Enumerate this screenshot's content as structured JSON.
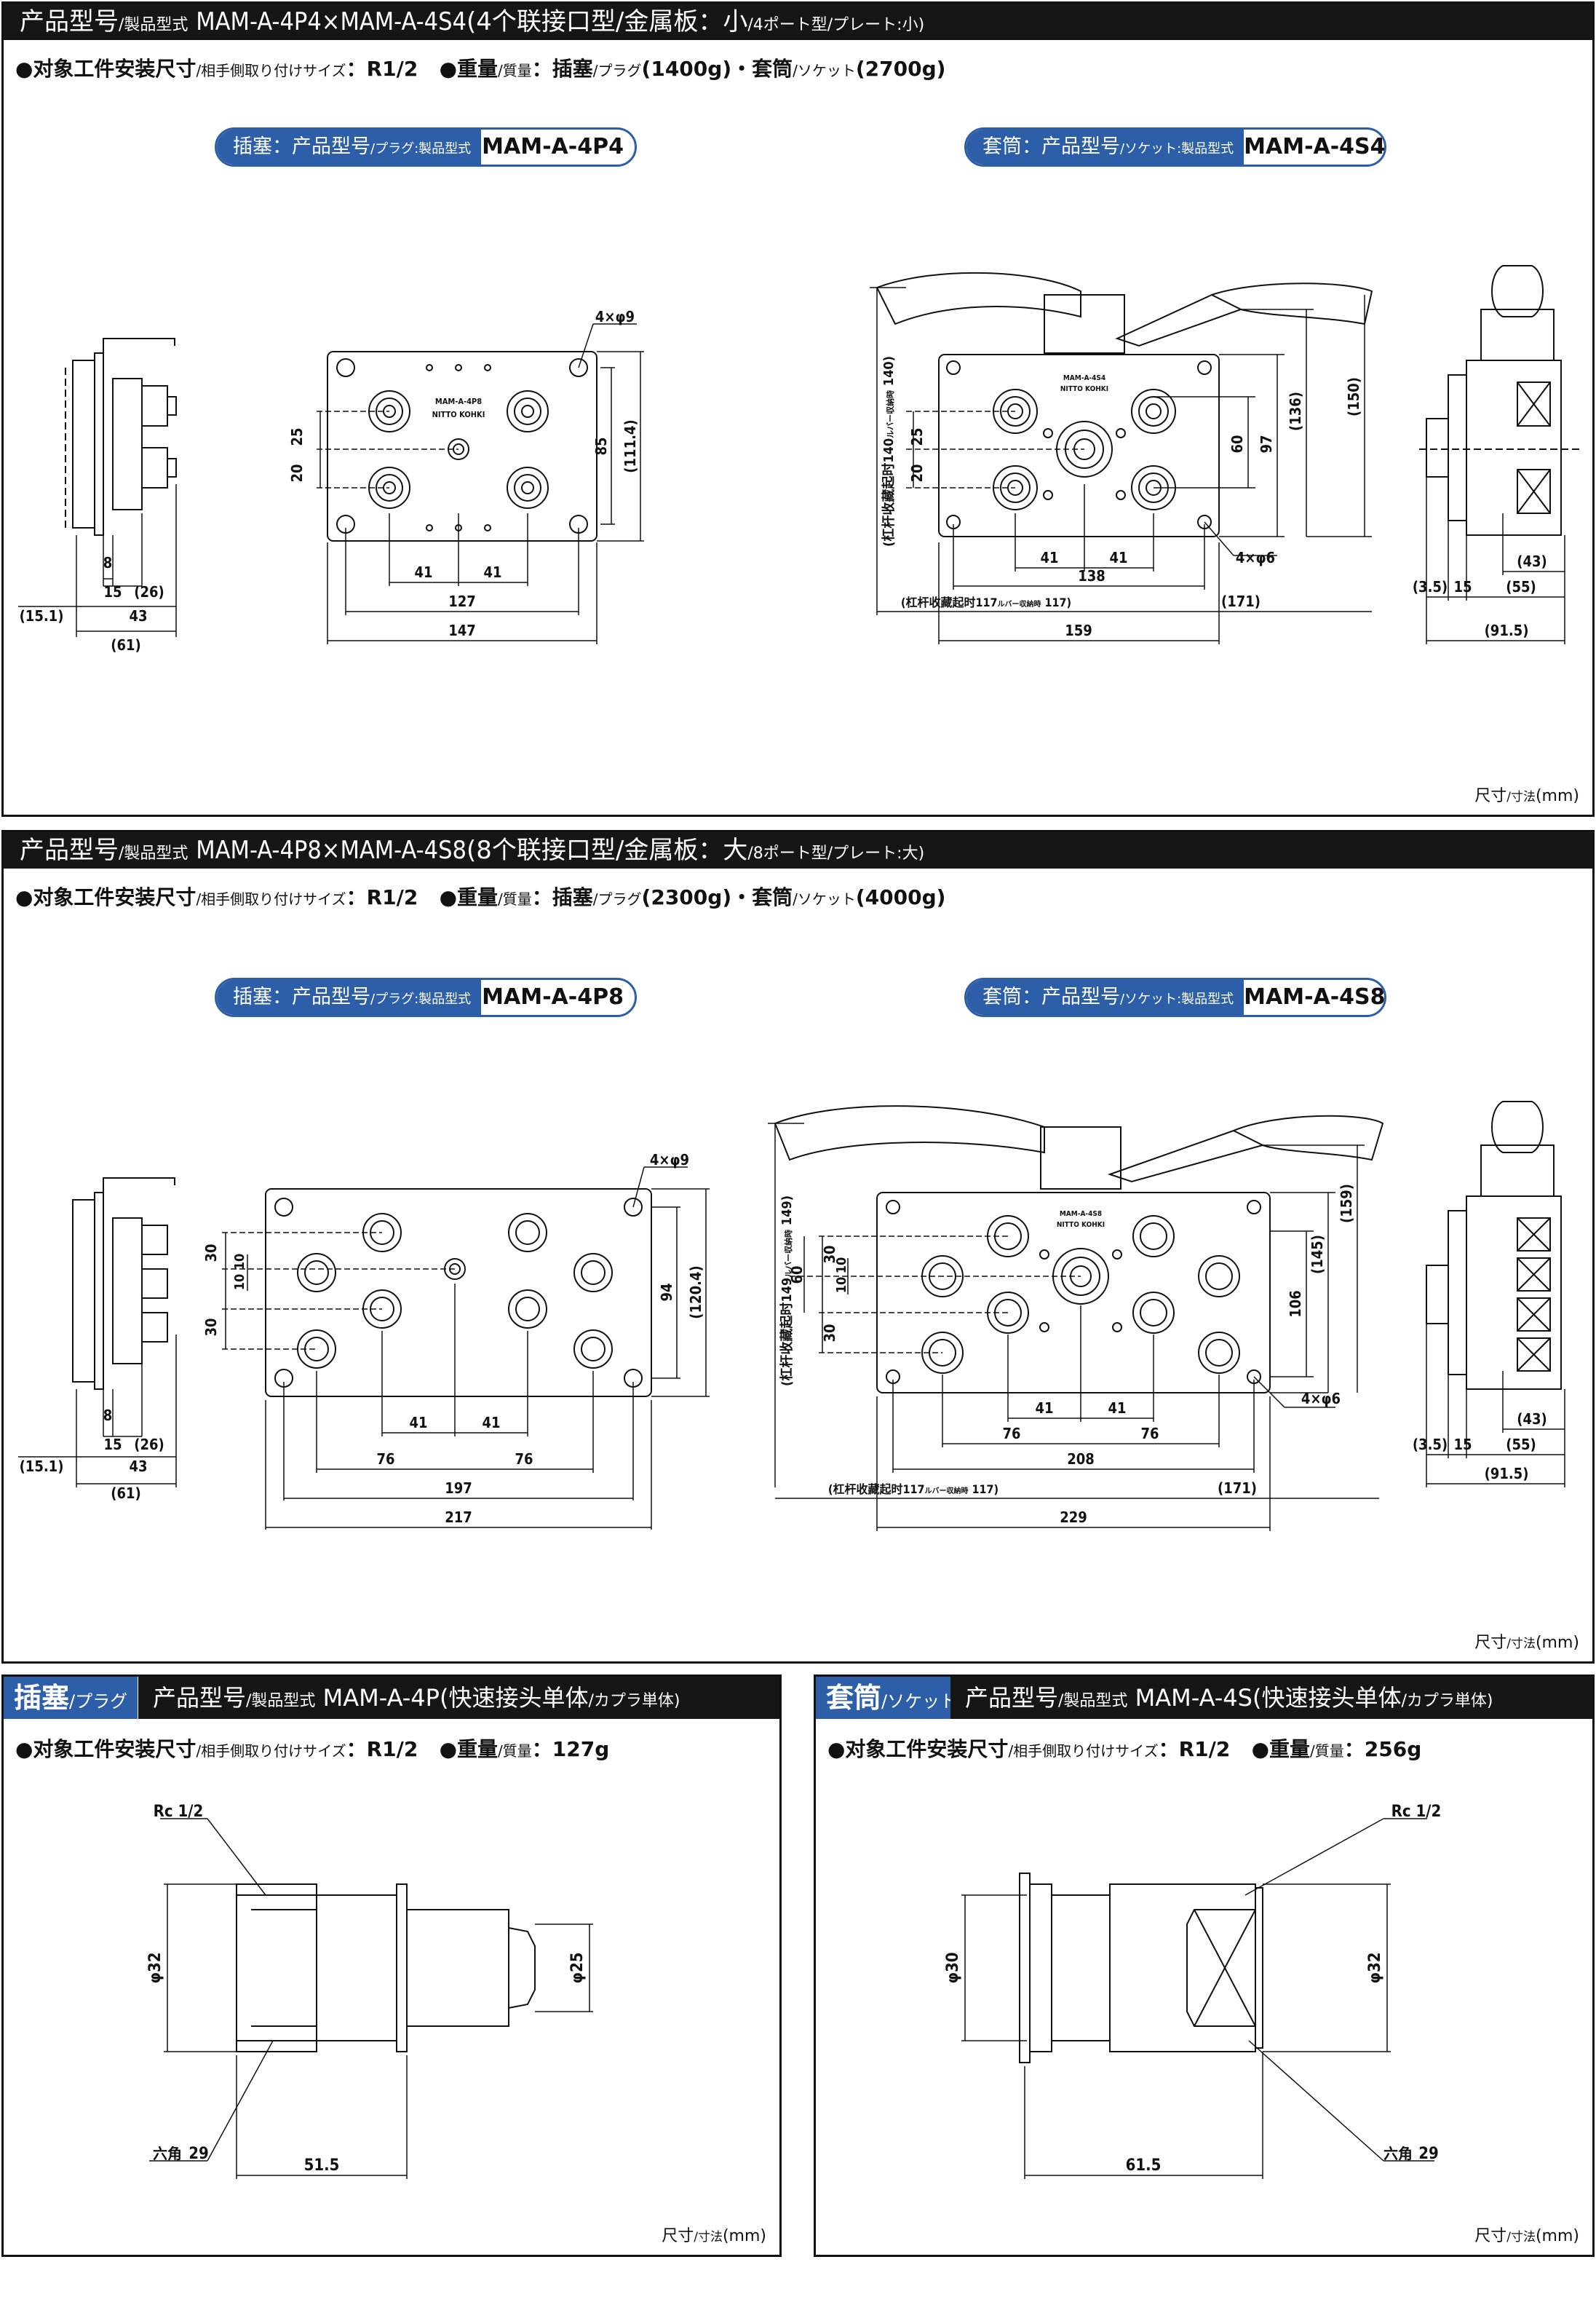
{
  "sections": [
    {
      "title_prefix": "产品型号",
      "title_prefix_small": "/製品型式",
      "title_code": "MAM-A-4P4×MAM-A-4S4",
      "title_paren": "(4个联接口型/金属板：小",
      "title_small": "/4ポート型/プレート:小)",
      "spec_a": "●对象工件安装尺寸",
      "spec_a_small": "/相手側取り付けサイズ",
      "spec_a_val": "：R1/2",
      "spec_b": "●重量",
      "spec_b_small": "/質量",
      "spec_b_val1": "：插塞",
      "spec_b_val1_small": "/プラグ",
      "spec_b_val2": "(1400g)・套筒",
      "spec_b_val2_small": "/ソケット",
      "spec_b_val3": "(2700g)",
      "plug_pill_label": "插塞：产品型号",
      "plug_pill_small": "/プラグ:製品型式",
      "plug_model": "MAM-A-4P4",
      "socket_pill_label": "套筒：产品型号",
      "socket_pill_small": "/ソケット:製品型式",
      "socket_model": "MAM-A-4S4",
      "unit": "尺寸",
      "unit_small": "/寸法",
      "unit_mm": "(mm)",
      "dims_plug": [
        "8",
        "15",
        "(26)",
        "(15.1)",
        "43",
        "(61)"
      ],
      "dims_plate": [
        "4×φ9",
        "25",
        "20",
        "85",
        "(111.4)",
        "41",
        "41",
        "127",
        "147"
      ],
      "plate_label": [
        "MAM-A-4P8",
        "NITTO KOHKI"
      ],
      "dims_socket": [
        "(杠杆收藏起时140",
        "ルバー収納時",
        " 140)",
        "25",
        "20",
        "60",
        "97",
        "(136)",
        "(150)",
        "41",
        "41",
        "138",
        "4×φ6",
        "(杠杆收藏起时117",
        "ルバー収納時",
        " 117)",
        "(171)",
        "159"
      ],
      "socket_plate_label": [
        "MAM-A-4S4",
        "NITTO KOHKI"
      ],
      "dims_side": [
        "(43)",
        "(3.5)",
        "15",
        "(55)",
        "(91.5)"
      ]
    },
    {
      "title_prefix": "产品型号",
      "title_prefix_small": "/製品型式",
      "title_code": "MAM-A-4P8×MAM-A-4S8",
      "title_paren": "(8个联接口型/金属板：大",
      "title_small": "/8ポート型/プレート:大)",
      "spec_a": "●对象工件安装尺寸",
      "spec_a_small": "/相手側取り付けサイズ",
      "spec_a_val": "：R1/2",
      "spec_b": "●重量",
      "spec_b_small": "/質量",
      "spec_b_val1": "：插塞",
      "spec_b_val1_small": "/プラグ",
      "spec_b_val2": "(2300g)・套筒",
      "spec_b_val2_small": "/ソケット",
      "spec_b_val3": "(4000g)",
      "plug_pill_label": "插塞：产品型号",
      "plug_pill_small": "/プラグ:製品型式",
      "plug_model": "MAM-A-4P8",
      "socket_pill_label": "套筒：产品型号",
      "socket_pill_small": "/ソケット:製品型式",
      "socket_model": "MAM-A-4S8",
      "unit": "尺寸",
      "unit_small": "/寸法",
      "unit_mm": "(mm)",
      "dims_plug": [
        "8",
        "15",
        "(26)",
        "(15.1)",
        "43",
        "(61)"
      ],
      "dims_plate": [
        "4×φ9",
        "30",
        "10",
        "10",
        "30",
        "94",
        "(120.4)",
        "41",
        "41",
        "76",
        "76",
        "197",
        "217"
      ],
      "dims_socket": [
        "(杠杆收藏起时149",
        "ルバー収納時",
        " 149)",
        "30",
        "10",
        "10",
        "30",
        "60",
        "106",
        "(145)",
        "(159)",
        "41",
        "41",
        "76",
        "76",
        "208",
        "4×φ6",
        "(杠杆收藏起时117",
        "ルバー収納時",
        " 117)",
        "(171)",
        "229"
      ],
      "socket_plate_label": [
        "MAM-A-4S8",
        "NITTO KOHKI"
      ],
      "dims_side": [
        "(43)",
        "(3.5)",
        "15",
        "(55)",
        "(91.5)"
      ]
    }
  ],
  "plug_single": {
    "tag": "插塞",
    "tag_small": "/プラグ",
    "title_prefix": "产品型号",
    "title_prefix_small": "/製品型式",
    "title_code": "MAM-A-4P",
    "title_paren": "(快速接头单体",
    "title_small": "/カプラ単体)",
    "spec_a": "●对象工件安装尺寸",
    "spec_a_small": "/相手側取り付けサイズ",
    "spec_a_val": "：R1/2",
    "spec_b": "●重量",
    "spec_b_small": "/質量",
    "spec_b_val": "：127g",
    "dims": [
      "Rc 1/2",
      "φ32",
      "φ25",
      "六角",
      "29",
      "51.5"
    ],
    "unit": "尺寸",
    "unit_small": "/寸法",
    "unit_mm": "(mm)"
  },
  "socket_single": {
    "tag": "套筒",
    "tag_small": "/ソケット",
    "title_prefix": "产品型号",
    "title_prefix_small": "/製品型式",
    "title_code": "MAM-A-4S",
    "title_paren": "(快速接头单体",
    "title_small": "/カプラ単体)",
    "spec_a": "●对象工件安装尺寸",
    "spec_a_small": "/相手側取り付けサイズ",
    "spec_a_val": "：R1/2",
    "spec_b": "●重量",
    "spec_b_small": "/質量",
    "spec_b_val": "：256g",
    "dims": [
      "Rc 1/2",
      "φ30",
      "φ32",
      "61.5",
      "六角",
      "29"
    ],
    "unit": "尺寸",
    "unit_small": "/寸法",
    "unit_mm": "(mm)"
  }
}
